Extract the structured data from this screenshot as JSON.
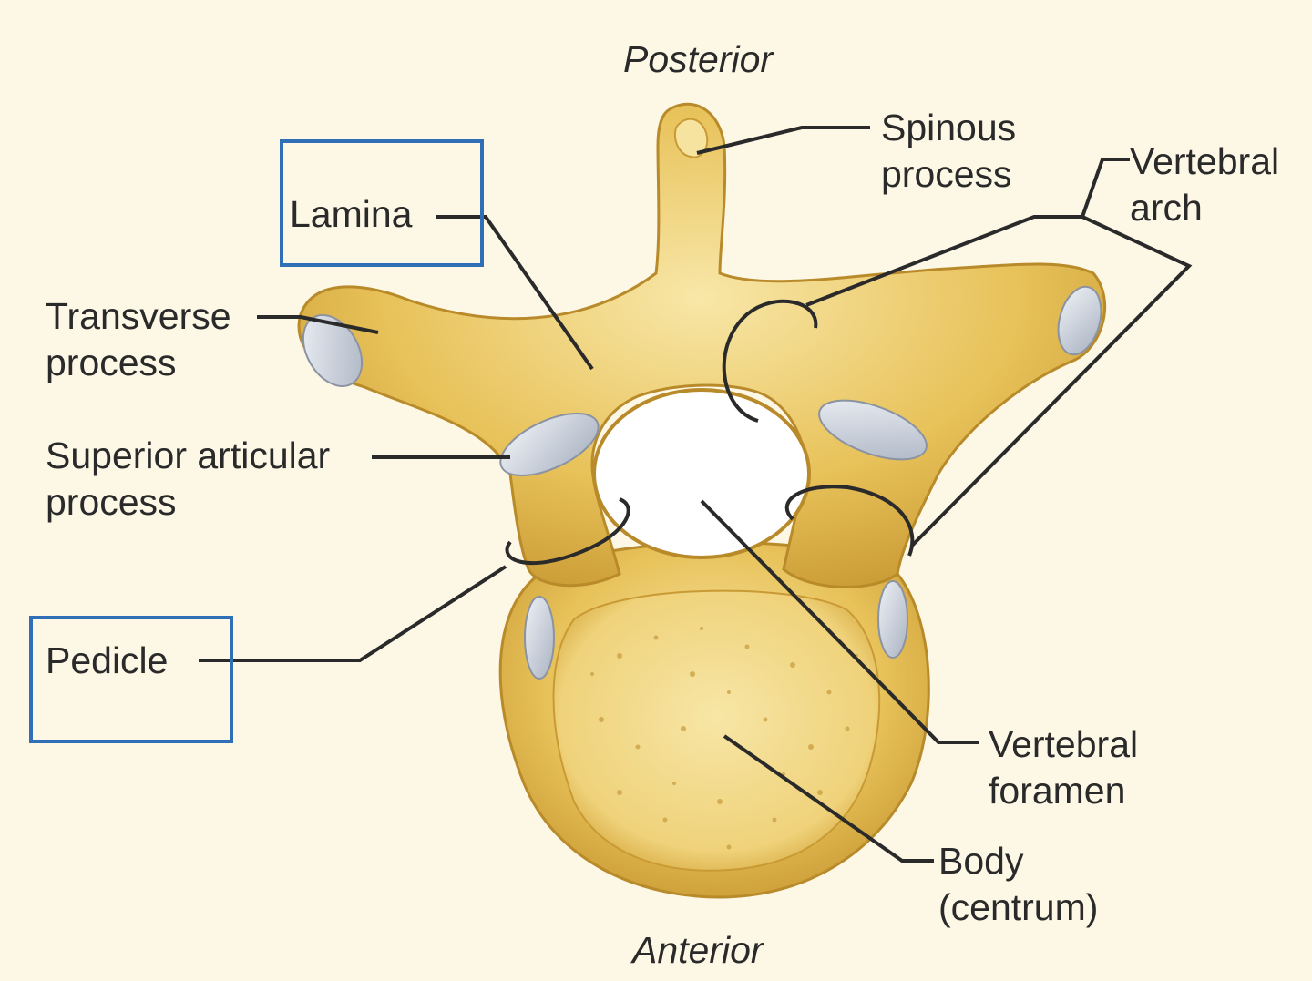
{
  "orientation": {
    "top": "Posterior",
    "bottom": "Anterior"
  },
  "labels": {
    "lamina": "Lamina",
    "transverse_process": [
      "Transverse",
      "process"
    ],
    "superior_articular_process": [
      "Superior articular",
      "process"
    ],
    "pedicle": "Pedicle",
    "spinous_process": [
      "Spinous",
      "process"
    ],
    "vertebral_arch": [
      "Vertebral",
      "arch"
    ],
    "vertebral_foramen": [
      "Vertebral",
      "foramen"
    ],
    "body": [
      "Body",
      "(centrum)"
    ]
  },
  "highlighted": [
    "lamina",
    "pedicle"
  ],
  "colors": {
    "background": "#fdf8e6",
    "bone": "#e8c25a",
    "bone_light": "#f6e3a0",
    "bone_shadow": "#b98a2a",
    "cartilage": "#c9d0dc",
    "highlight_box": "#2f6fb5",
    "leader_line": "#2a2a2a"
  }
}
